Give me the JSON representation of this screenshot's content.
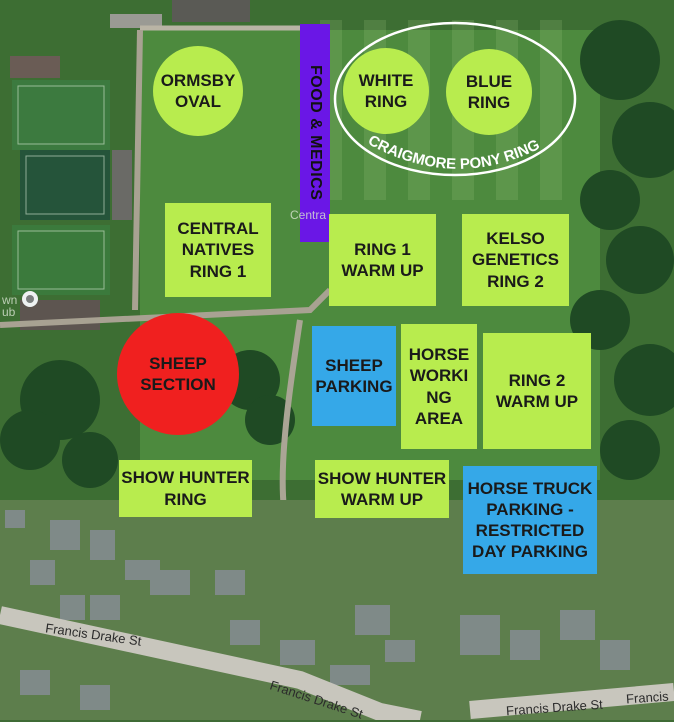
{
  "zones": {
    "ormsby_oval": "ORMSBY\nOVAL",
    "white_ring": "WHITE\nRING",
    "blue_ring": "BLUE\nRING",
    "pony_ring": "CRAIGMORE PONY RING",
    "food_medics": "FOOD & MEDICS",
    "central_natives": "CENTRAL\nNATIVES\nRING 1",
    "ring1_warmup": "RING 1\nWARM UP",
    "kelso": "KELSO\nGENETICS\nRING 2",
    "sheep_section": "SHEEP\nSECTION",
    "sheep_parking": "SHEEP\nPARKING",
    "horse_working": "HORSE\nWORKI\nNG\nAREA",
    "ring2_warmup": "RING 2\nWARM UP",
    "show_hunter_ring": "SHOW HUNTER\nRING",
    "show_hunter_warmup": "SHOW HUNTER\nWARM UP",
    "horse_truck": "HORSE TRUCK\nPARKING -\nRESTRICTED\nDAY PARKING"
  },
  "streets": {
    "francis_drake_1": "Francis Drake St",
    "francis_drake_2": "Francis Drake St",
    "francis_drake_3": "Francis Drake St",
    "francis_edge": "Francis"
  },
  "faint_labels": {
    "centra": "Centra",
    "club": "wn\nub"
  },
  "colors": {
    "zone_green": "#b8ec4e",
    "zone_blue": "#35a8e8",
    "zone_red": "#f0201f",
    "food_purple": "#6a17e6"
  }
}
